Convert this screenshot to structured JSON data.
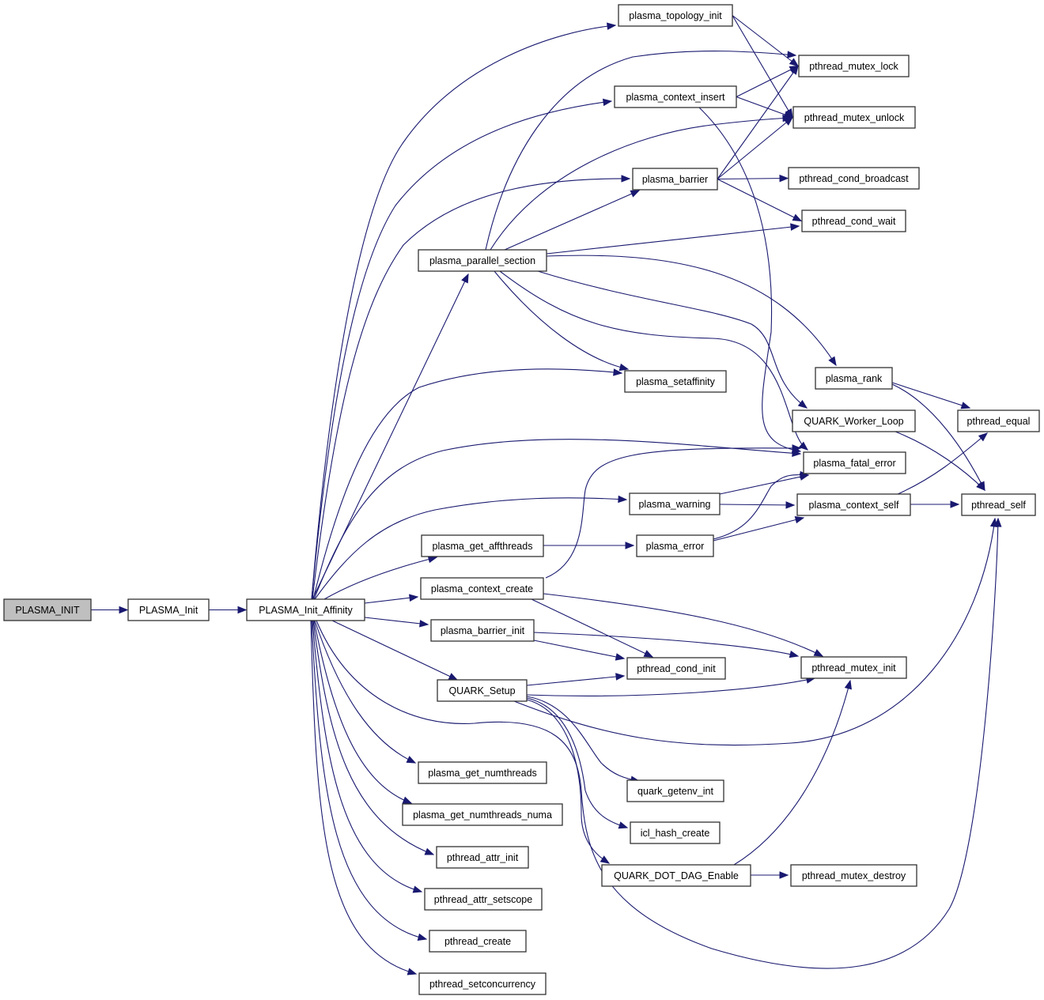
{
  "diagram": {
    "type": "call-graph",
    "colors": {
      "edge": "#191970",
      "node_border": "#333333",
      "root_fill": "#bfbfbf",
      "node_fill": "#ffffff"
    },
    "nodes": [
      {
        "id": "PLASMA_INIT",
        "label": "PLASMA_INIT",
        "root": true
      },
      {
        "id": "PLASMA_Init",
        "label": "PLASMA_Init"
      },
      {
        "id": "PLASMA_Init_Affinity",
        "label": "PLASMA_Init_Affinity"
      },
      {
        "id": "plasma_topology_init",
        "label": "plasma_topology_init"
      },
      {
        "id": "pthread_mutex_lock",
        "label": "pthread_mutex_lock"
      },
      {
        "id": "plasma_context_insert",
        "label": "plasma_context_insert"
      },
      {
        "id": "pthread_mutex_unlock",
        "label": "pthread_mutex_unlock"
      },
      {
        "id": "plasma_barrier",
        "label": "plasma_barrier"
      },
      {
        "id": "pthread_cond_broadcast",
        "label": "pthread_cond_broadcast"
      },
      {
        "id": "pthread_cond_wait",
        "label": "pthread_cond_wait"
      },
      {
        "id": "plasma_parallel_section",
        "label": "plasma_parallel_section"
      },
      {
        "id": "plasma_rank",
        "label": "plasma_rank"
      },
      {
        "id": "plasma_setaffinity",
        "label": "plasma_setaffinity"
      },
      {
        "id": "QUARK_Worker_Loop",
        "label": "QUARK_Worker_Loop"
      },
      {
        "id": "pthread_equal",
        "label": "pthread_equal"
      },
      {
        "id": "plasma_fatal_error",
        "label": "plasma_fatal_error"
      },
      {
        "id": "plasma_warning",
        "label": "plasma_warning"
      },
      {
        "id": "plasma_context_self",
        "label": "plasma_context_self"
      },
      {
        "id": "pthread_self",
        "label": "pthread_self"
      },
      {
        "id": "plasma_get_affthreads",
        "label": "plasma_get_affthreads"
      },
      {
        "id": "plasma_error",
        "label": "plasma_error"
      },
      {
        "id": "plasma_context_create",
        "label": "plasma_context_create"
      },
      {
        "id": "plasma_barrier_init",
        "label": "plasma_barrier_init"
      },
      {
        "id": "pthread_cond_init",
        "label": "pthread_cond_init"
      },
      {
        "id": "pthread_mutex_init",
        "label": "pthread_mutex_init"
      },
      {
        "id": "QUARK_Setup",
        "label": "QUARK_Setup"
      },
      {
        "id": "plasma_get_numthreads",
        "label": "plasma_get_numthreads"
      },
      {
        "id": "quark_getenv_int",
        "label": "quark_getenv_int"
      },
      {
        "id": "plasma_get_numthreads_numa",
        "label": "plasma_get_numthreads_numa"
      },
      {
        "id": "icl_hash_create",
        "label": "icl_hash_create"
      },
      {
        "id": "pthread_attr_init",
        "label": "pthread_attr_init"
      },
      {
        "id": "QUARK_DOT_DAG_Enable",
        "label": "QUARK_DOT_DAG_Enable"
      },
      {
        "id": "pthread_mutex_destroy",
        "label": "pthread_mutex_destroy"
      },
      {
        "id": "pthread_attr_setscope",
        "label": "pthread_attr_setscope"
      },
      {
        "id": "pthread_create",
        "label": "pthread_create"
      },
      {
        "id": "pthread_setconcurrency",
        "label": "pthread_setconcurrency"
      }
    ],
    "edges": [
      [
        "PLASMA_INIT",
        "PLASMA_Init"
      ],
      [
        "PLASMA_Init",
        "PLASMA_Init_Affinity"
      ],
      [
        "PLASMA_Init_Affinity",
        "plasma_topology_init"
      ],
      [
        "PLASMA_Init_Affinity",
        "plasma_context_insert"
      ],
      [
        "PLASMA_Init_Affinity",
        "plasma_barrier"
      ],
      [
        "PLASMA_Init_Affinity",
        "plasma_parallel_section"
      ],
      [
        "PLASMA_Init_Affinity",
        "plasma_setaffinity"
      ],
      [
        "PLASMA_Init_Affinity",
        "plasma_fatal_error"
      ],
      [
        "PLASMA_Init_Affinity",
        "plasma_warning"
      ],
      [
        "PLASMA_Init_Affinity",
        "plasma_get_affthreads"
      ],
      [
        "PLASMA_Init_Affinity",
        "plasma_context_create"
      ],
      [
        "PLASMA_Init_Affinity",
        "plasma_barrier_init"
      ],
      [
        "PLASMA_Init_Affinity",
        "QUARK_Setup"
      ],
      [
        "PLASMA_Init_Affinity",
        "pthread_self"
      ],
      [
        "PLASMA_Init_Affinity",
        "plasma_get_numthreads"
      ],
      [
        "PLASMA_Init_Affinity",
        "plasma_get_numthreads_numa"
      ],
      [
        "PLASMA_Init_Affinity",
        "pthread_attr_init"
      ],
      [
        "PLASMA_Init_Affinity",
        "pthread_attr_setscope"
      ],
      [
        "PLASMA_Init_Affinity",
        "pthread_create"
      ],
      [
        "PLASMA_Init_Affinity",
        "pthread_setconcurrency"
      ],
      [
        "plasma_topology_init",
        "pthread_mutex_lock"
      ],
      [
        "plasma_topology_init",
        "pthread_mutex_unlock"
      ],
      [
        "plasma_context_insert",
        "pthread_mutex_lock"
      ],
      [
        "plasma_context_insert",
        "pthread_mutex_unlock"
      ],
      [
        "plasma_context_insert",
        "plasma_fatal_error"
      ],
      [
        "plasma_barrier",
        "pthread_mutex_lock"
      ],
      [
        "plasma_barrier",
        "pthread_mutex_unlock"
      ],
      [
        "plasma_barrier",
        "pthread_cond_broadcast"
      ],
      [
        "plasma_barrier",
        "pthread_cond_wait"
      ],
      [
        "plasma_parallel_section",
        "pthread_mutex_lock"
      ],
      [
        "plasma_parallel_section",
        "pthread_mutex_unlock"
      ],
      [
        "plasma_parallel_section",
        "plasma_barrier"
      ],
      [
        "plasma_parallel_section",
        "pthread_cond_wait"
      ],
      [
        "plasma_parallel_section",
        "plasma_rank"
      ],
      [
        "plasma_parallel_section",
        "QUARK_Worker_Loop"
      ],
      [
        "plasma_parallel_section",
        "plasma_setaffinity"
      ],
      [
        "plasma_parallel_section",
        "plasma_fatal_error"
      ],
      [
        "plasma_rank",
        "pthread_equal"
      ],
      [
        "plasma_rank",
        "pthread_self"
      ],
      [
        "QUARK_Worker_Loop",
        "pthread_self"
      ],
      [
        "plasma_warning",
        "plasma_fatal_error"
      ],
      [
        "plasma_warning",
        "plasma_context_self"
      ],
      [
        "plasma_error",
        "plasma_fatal_error"
      ],
      [
        "plasma_error",
        "plasma_context_self"
      ],
      [
        "plasma_context_self",
        "pthread_equal"
      ],
      [
        "plasma_context_self",
        "pthread_self"
      ],
      [
        "plasma_get_affthreads",
        "plasma_error"
      ],
      [
        "plasma_context_create",
        "plasma_fatal_error"
      ],
      [
        "plasma_context_create",
        "pthread_mutex_init"
      ],
      [
        "plasma_context_create",
        "pthread_cond_init"
      ],
      [
        "plasma_barrier_init",
        "pthread_cond_init"
      ],
      [
        "plasma_barrier_init",
        "pthread_mutex_init"
      ],
      [
        "QUARK_Setup",
        "pthread_cond_init"
      ],
      [
        "QUARK_Setup",
        "pthread_mutex_init"
      ],
      [
        "QUARK_Setup",
        "pthread_self"
      ],
      [
        "QUARK_Setup",
        "quark_getenv_int"
      ],
      [
        "QUARK_Setup",
        "icl_hash_create"
      ],
      [
        "QUARK_Setup",
        "QUARK_DOT_DAG_Enable"
      ],
      [
        "QUARK_DOT_DAG_Enable",
        "pthread_mutex_init"
      ],
      [
        "QUARK_DOT_DAG_Enable",
        "pthread_mutex_destroy"
      ]
    ]
  }
}
